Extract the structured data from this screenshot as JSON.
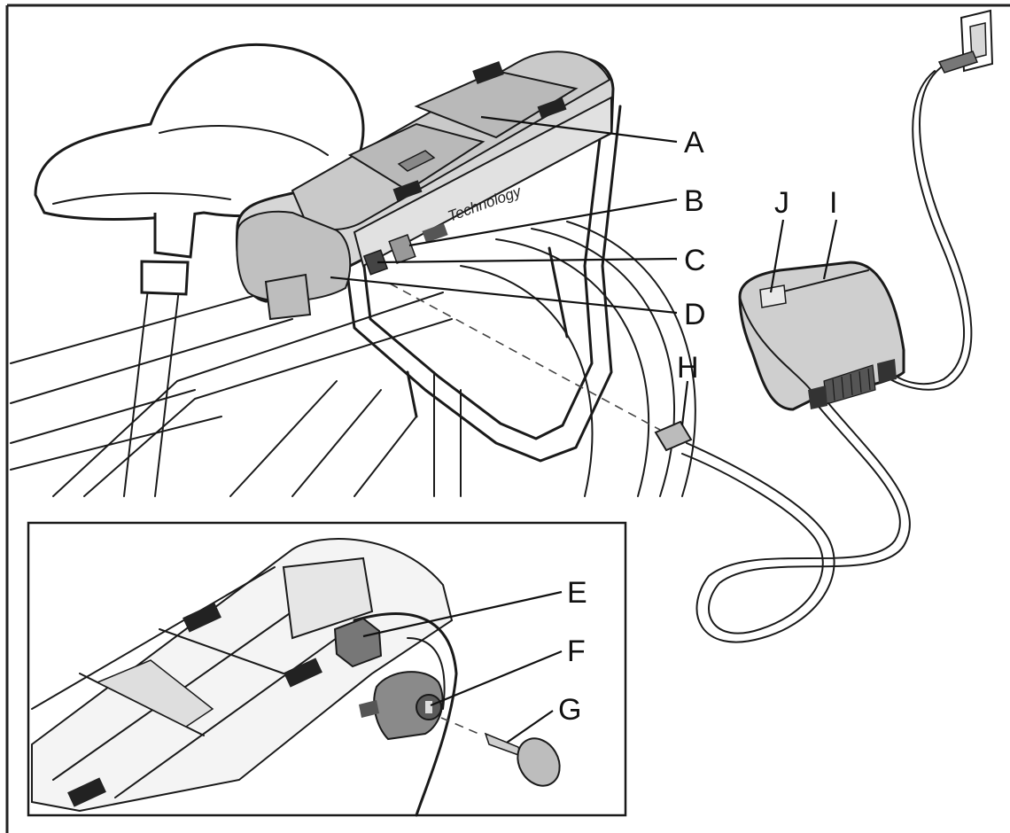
{
  "diagram": {
    "brand_text": "Technology",
    "callouts": {
      "A": "A",
      "B": "B",
      "C": "C",
      "D": "D",
      "E": "E",
      "F": "F",
      "G": "G",
      "H": "H",
      "I": "I",
      "J": "J"
    }
  }
}
